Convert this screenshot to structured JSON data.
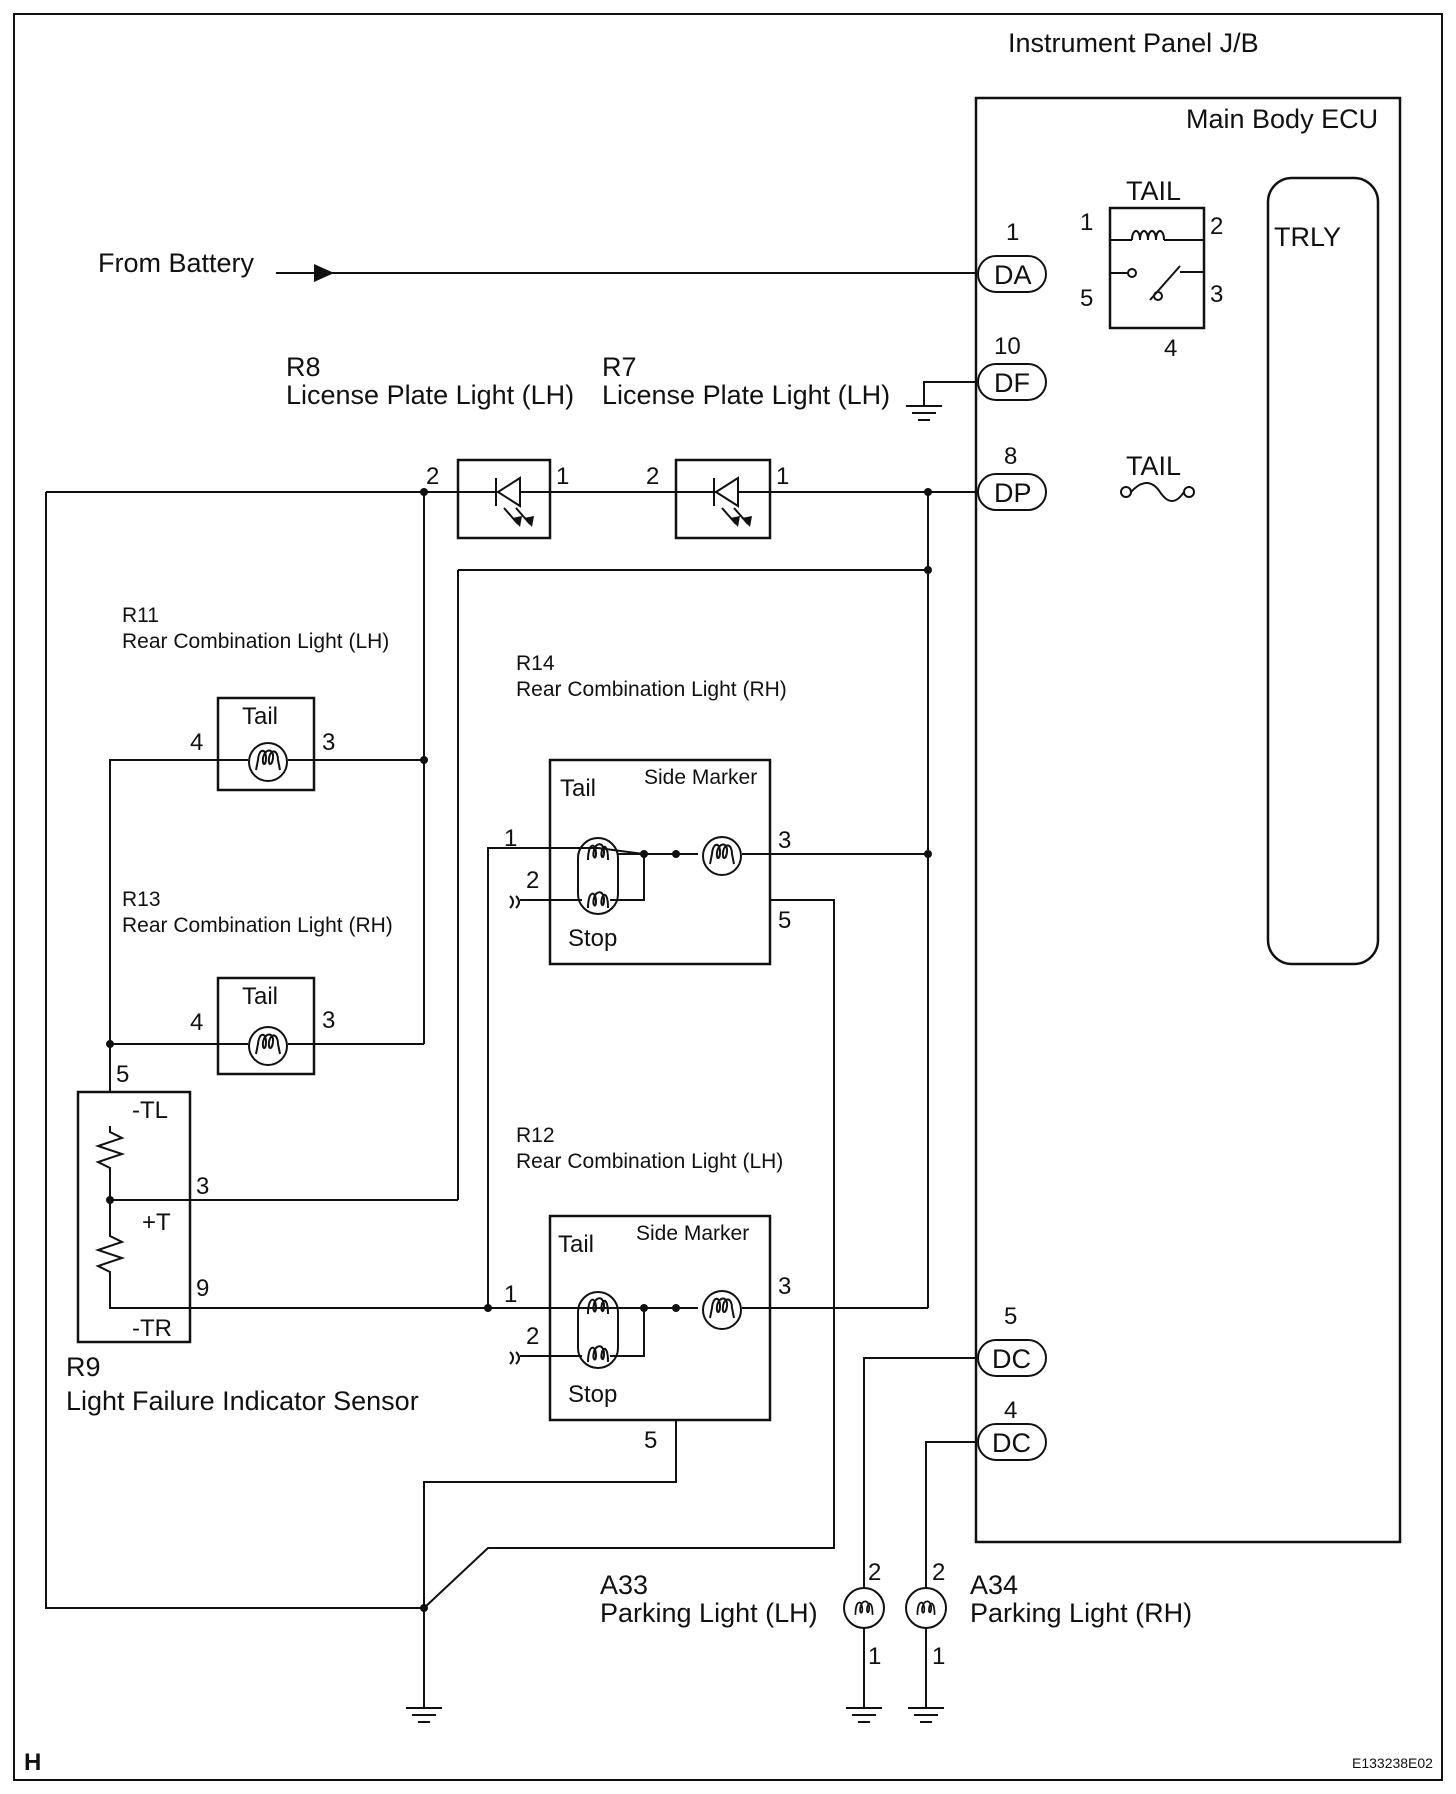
{
  "title": {
    "jb": "Instrument Panel J/B",
    "ecu": "Main Body ECU"
  },
  "source": {
    "from_battery": "From Battery"
  },
  "ecu_connectors": {
    "da": {
      "pin": "1",
      "name": "DA"
    },
    "df": {
      "pin": "10",
      "name": "DF"
    },
    "dp": {
      "pin": "8",
      "name": "DP"
    },
    "dc5": {
      "pin": "5",
      "name": "DC"
    },
    "dc4": {
      "pin": "4",
      "name": "DC"
    }
  },
  "relay": {
    "label": "TAIL",
    "module": "TRLY",
    "pins": {
      "p1": "1",
      "p2": "2",
      "p3": "3",
      "p4": "4",
      "p5": "5"
    }
  },
  "fuse": {
    "label": "TAIL"
  },
  "r8": {
    "code": "R8",
    "name": "License Plate Light (LH)",
    "pin_left": "2",
    "pin_right": "1"
  },
  "r7": {
    "code": "R7",
    "name": "License Plate Light (LH)",
    "pin_left": "2",
    "pin_right": "1"
  },
  "r11": {
    "code": "R11",
    "name": "Rear Combination Light (LH)",
    "lamp": "Tail",
    "pin_left": "4",
    "pin_right": "3"
  },
  "r13": {
    "code": "R13",
    "name": "Rear Combination Light (RH)",
    "lamp": "Tail",
    "pin_left": "4",
    "pin_right": "3"
  },
  "r14": {
    "code": "R14",
    "name": "Rear Combination Light (RH)",
    "tail": "Tail",
    "side_marker": "Side Marker",
    "stop": "Stop",
    "pins": {
      "p1": "1",
      "p2": "2",
      "p3": "3",
      "p5": "5"
    }
  },
  "r12": {
    "code": "R12",
    "name": "Rear Combination Light (LH)",
    "tail": "Tail",
    "side_marker": "Side Marker",
    "stop": "Stop",
    "pins": {
      "p1": "1",
      "p2": "2",
      "p3": "3",
      "p5": "5"
    }
  },
  "r9": {
    "code": "R9",
    "name": "Light Failure Indicator Sensor",
    "tl": "-TL",
    "t": "+T",
    "tr": "-TR",
    "pins": {
      "p5": "5",
      "p3": "3",
      "p9": "9"
    }
  },
  "a33": {
    "code": "A33",
    "name": "Parking Light (LH)",
    "pin_top": "2",
    "pin_bottom": "1"
  },
  "a34": {
    "code": "A34",
    "name": "Parking Light (RH)",
    "pin_top": "2",
    "pin_bottom": "1"
  },
  "footer": {
    "section": "H",
    "ref": "E133238E02"
  }
}
